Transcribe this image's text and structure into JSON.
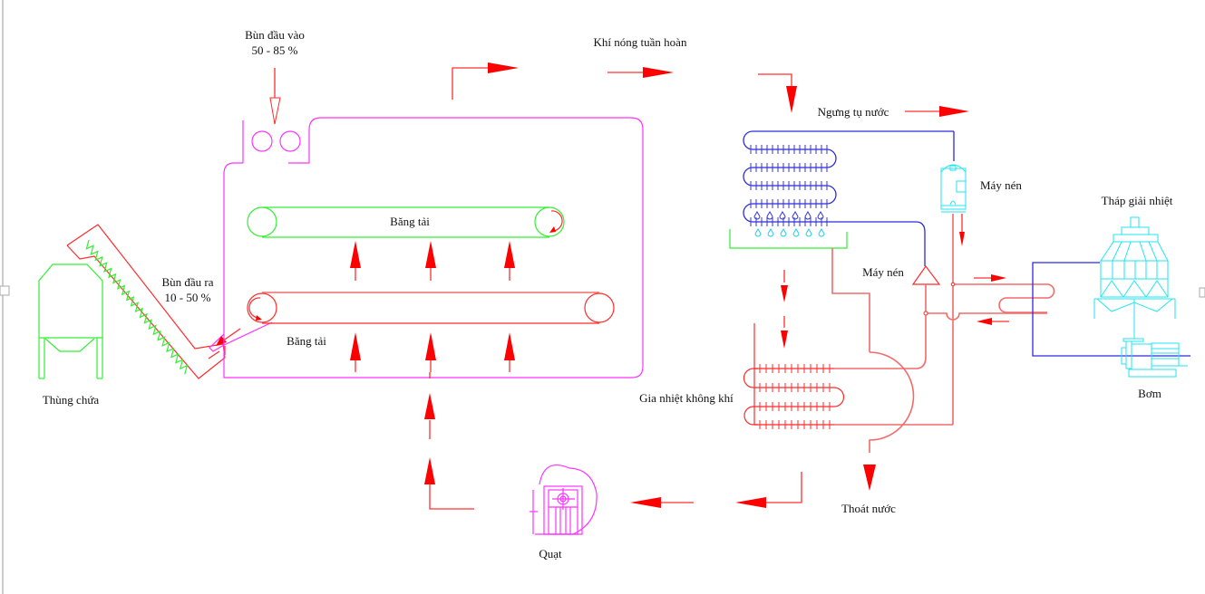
{
  "diagram": {
    "title": "Hệ thống sấy bùn bơm nhiệt",
    "labels": {
      "sludge_in_line1": "Bùn đầu vào",
      "sludge_in_line2": "50 - 85 %",
      "sludge_out_line1": "Bùn đầu ra",
      "sludge_out_line2": "10 - 50 %",
      "storage_tank": "Thùng chứa",
      "conveyor_top": "Băng tải",
      "conveyor_bottom": "Băng tải",
      "hot_air_recirculation": "Khí nóng tuần hoàn",
      "water_condensation": "Ngưng tụ nước",
      "compressor_top": "Máy nén",
      "compressor_valve": "Máy nén",
      "cooling_tower": "Tháp giải nhiệt",
      "pump": "Bơm",
      "air_heater": "Gia nhiệt không khí",
      "water_drain": "Thoát nước",
      "fan": "Quạt"
    },
    "colors": {
      "dryer_chamber": "#ff33ff",
      "conveyor_green": "#33ee33",
      "hot_air_flow": "#ff0000",
      "refrigerant_cold": "#2b2bdd",
      "cooling_equipment": "#22e6ee"
    }
  }
}
